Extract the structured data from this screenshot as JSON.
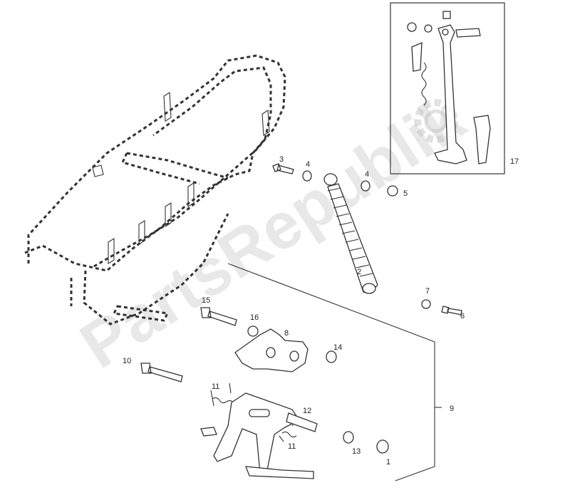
{
  "watermark": "PartsRepublik",
  "callouts": {
    "c1": "1",
    "c2": "2",
    "c3": "3",
    "c4a": "4",
    "c4b": "4",
    "c5": "5",
    "c6": "6",
    "c7": "7",
    "c8": "8",
    "c9": "9",
    "c10": "10",
    "c11a": "11",
    "c11b": "11",
    "c12": "12",
    "c13": "13",
    "c14": "14",
    "c15": "15",
    "c16": "16",
    "c17": "17"
  },
  "icons": {
    "watermark_gear": "gear-icon"
  }
}
